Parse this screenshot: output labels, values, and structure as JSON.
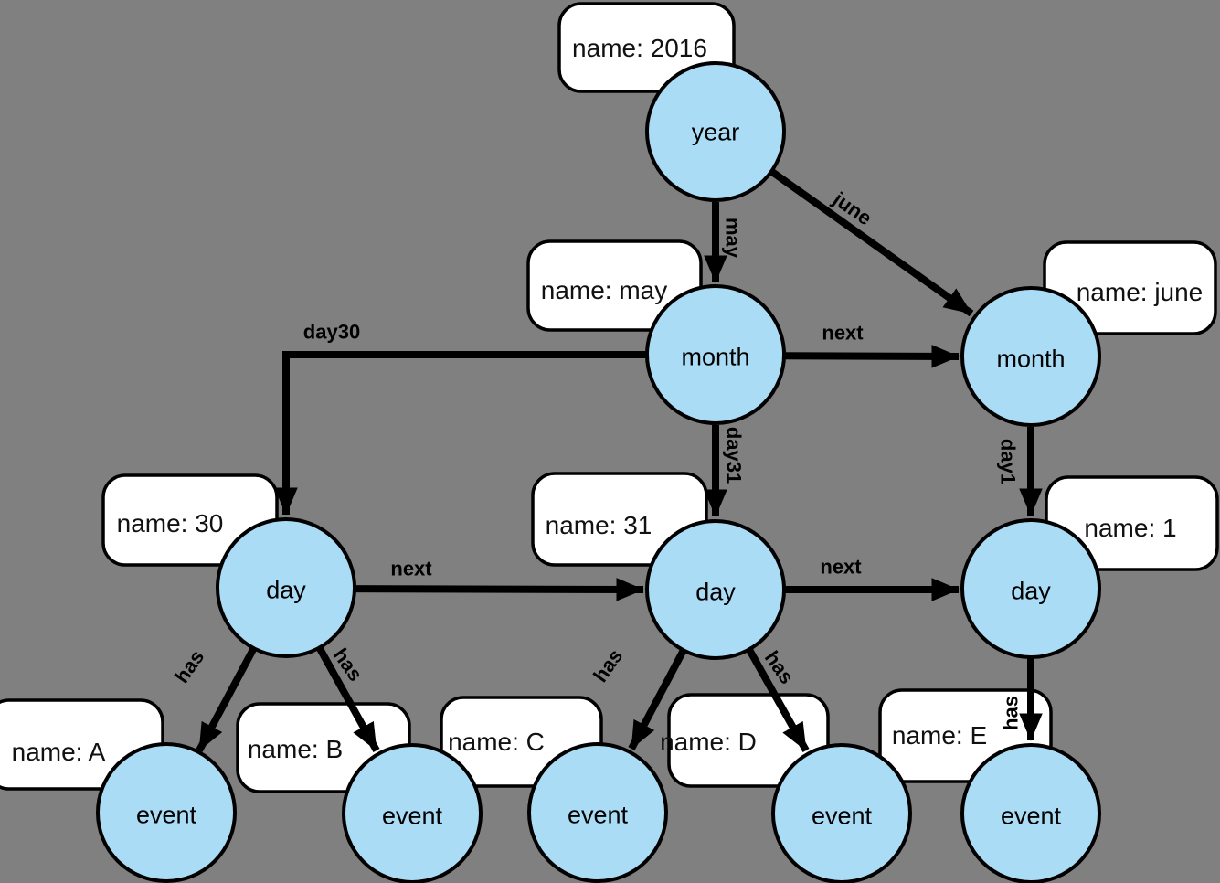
{
  "diagram": {
    "type": "graph",
    "description": "time tree graph: year -> months -> days -> events",
    "colors": {
      "background": "#808080",
      "node_fill": "#abdcf6",
      "node_stroke": "#000000",
      "box_fill": "#ffffff",
      "box_stroke": "#000000",
      "edge_color": "#000000",
      "text_color": "#111111"
    },
    "nodes": [
      {
        "id": "year",
        "label": "year"
      },
      {
        "id": "month-may",
        "label": "month"
      },
      {
        "id": "month-june",
        "label": "month"
      },
      {
        "id": "day-30",
        "label": "day"
      },
      {
        "id": "day-31",
        "label": "day"
      },
      {
        "id": "day-1",
        "label": "day"
      },
      {
        "id": "event-a",
        "label": "event"
      },
      {
        "id": "event-b",
        "label": "event"
      },
      {
        "id": "event-c",
        "label": "event"
      },
      {
        "id": "event-d",
        "label": "event"
      },
      {
        "id": "event-e",
        "label": "event"
      }
    ],
    "boxes": [
      {
        "for": "year",
        "text": "name: 2016"
      },
      {
        "for": "month-may",
        "text": "name: may"
      },
      {
        "for": "month-june",
        "text": "name: june"
      },
      {
        "for": "day-30",
        "text": "name: 30"
      },
      {
        "for": "day-31",
        "text": "name: 31"
      },
      {
        "for": "day-1",
        "text": "name: 1"
      },
      {
        "for": "event-a",
        "text": "name: A"
      },
      {
        "for": "event-b",
        "text": "name: B"
      },
      {
        "for": "event-c",
        "text": "name: C"
      },
      {
        "for": "event-d",
        "text": "name: D"
      },
      {
        "for": "event-e",
        "text": "name: E"
      }
    ],
    "edges": [
      {
        "from": "year",
        "to": "month-may",
        "label": "may"
      },
      {
        "from": "year",
        "to": "month-june",
        "label": "june"
      },
      {
        "from": "month-may",
        "to": "month-june",
        "label": "next"
      },
      {
        "from": "month-may",
        "to": "day-30",
        "label": "day30"
      },
      {
        "from": "month-may",
        "to": "day-31",
        "label": "day31"
      },
      {
        "from": "month-june",
        "to": "day-1",
        "label": "day1"
      },
      {
        "from": "day-30",
        "to": "day-31",
        "label": "next"
      },
      {
        "from": "day-31",
        "to": "day-1",
        "label": "next"
      },
      {
        "from": "day-30",
        "to": "event-a",
        "label": "has"
      },
      {
        "from": "day-30",
        "to": "event-b",
        "label": "has"
      },
      {
        "from": "day-31",
        "to": "event-c",
        "label": "has"
      },
      {
        "from": "day-31",
        "to": "event-d",
        "label": "has"
      },
      {
        "from": "day-1",
        "to": "event-e",
        "label": "has"
      }
    ]
  }
}
